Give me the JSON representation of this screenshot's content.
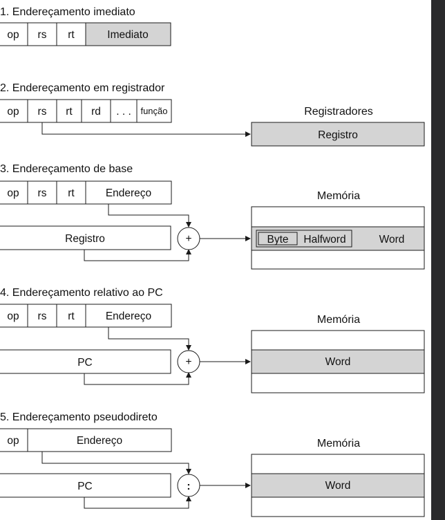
{
  "modes": {
    "immediate": {
      "title": "1.  Endereçamento imediato",
      "fields": [
        "op",
        "rs",
        "rt",
        "Imediato"
      ]
    },
    "register": {
      "title": "2. Endereçamento em registrador",
      "fields": [
        "op",
        "rs",
        "rt",
        "rd",
        ". . .",
        "função"
      ],
      "target_title": "Registradores",
      "target_cell": "Registro"
    },
    "base": {
      "title": "3.  Endereçamento de base",
      "fields": [
        "op",
        "rs",
        "rt",
        "Endereço"
      ],
      "register_box": "Registro",
      "operator": "+",
      "memory_title": "Memória",
      "memory_row": {
        "byte": "Byte",
        "halfword": "Halfword",
        "word": "Word"
      }
    },
    "pc_relative": {
      "title": "4.  Endereçamento relativo ao PC",
      "fields": [
        "op",
        "rs",
        "rt",
        "Endereço"
      ],
      "register_box": "PC",
      "operator": "+",
      "memory_title": "Memória",
      "memory_row": "Word"
    },
    "pseudodirect": {
      "title": "5.  Endereçamento pseudodireto",
      "fields": [
        "op",
        "Endereço"
      ],
      "register_box": "PC",
      "operator": ":",
      "memory_title": "Memória",
      "memory_row": "Word"
    }
  },
  "colors": {
    "highlight_fill": "#d4d4d4",
    "stroke": "#1a1a1a",
    "background": "#ffffff"
  }
}
